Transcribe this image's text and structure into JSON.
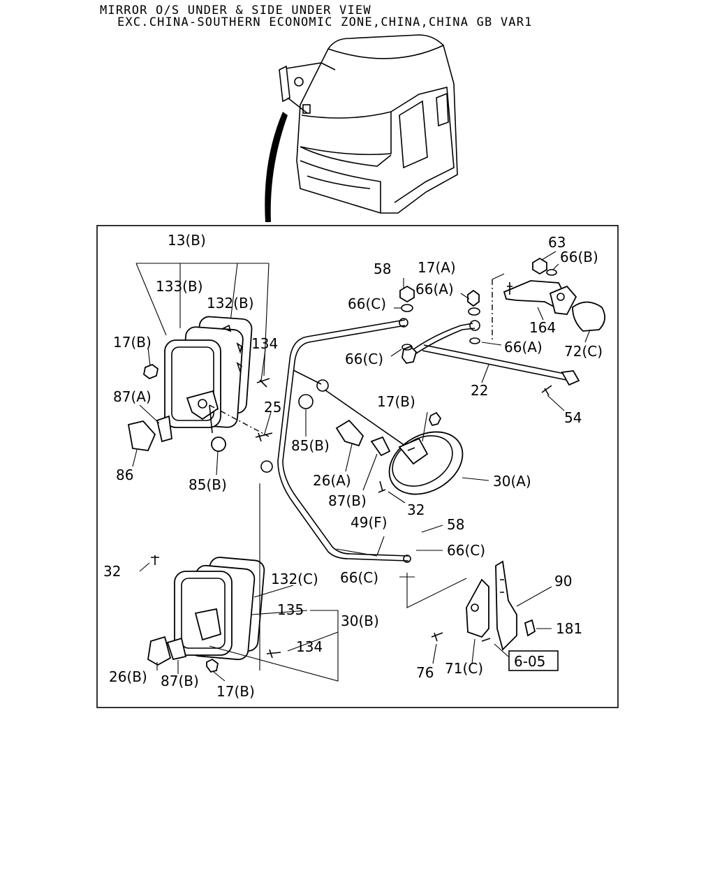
{
  "header": {
    "title_line1": "MIRROR O/S UNDER & SIDE UNDER VIEW",
    "title_line2": "EXC.CHINA-SOUTHERN ECONOMIC ZONE,CHINA,CHINA GB VAR1"
  },
  "callouts": {
    "c13b": "13(B)",
    "c133b": "133(B)",
    "c132b": "132(B)",
    "c17b_top": "17(B)",
    "c134_top": "134",
    "c87a": "87(A)",
    "c25": "25",
    "c86": "86",
    "c85b_left": "85(B)",
    "c58_top": "58",
    "c17a": "17(A)",
    "c66a_top": "66(A)",
    "c66c_top": "66(C)",
    "c66c_mid": "66(C)",
    "c63": "63",
    "c66b": "66(B)",
    "c164": "164",
    "c66a_mid": "66(A)",
    "c72c": "72(C)",
    "c22": "22",
    "c54": "54",
    "c17b_mid": "17(B)",
    "c85b_mid": "85(B)",
    "c26a": "26(A)",
    "c87b_mid": "87(B)",
    "c30a": "30(A)",
    "c32_mid": "32",
    "c49f": "49(F)",
    "c58_bot": "58",
    "c66c_bot1": "66(C)",
    "c66c_bot2": "66(C)",
    "c90": "90",
    "c32_left": "32",
    "c132c": "132(C)",
    "c135": "135",
    "c30b": "30(B)",
    "c134_bot": "134",
    "c181": "181",
    "c26b": "26(B)",
    "c87b_bot": "87(B)",
    "c17b_bot": "17(B)",
    "c76": "76",
    "c71c": "71(C)",
    "c6_05": "6-05"
  }
}
